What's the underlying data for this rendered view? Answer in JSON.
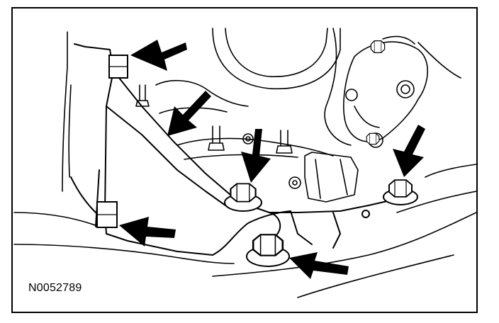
{
  "figure": {
    "reference_code": "N0052789",
    "line_color": "#000000",
    "background_color": "#ffffff"
  },
  "callouts": [
    {
      "name": "arrow-upper-left-bolt"
    },
    {
      "name": "arrow-bracket-edge"
    },
    {
      "name": "arrow-center-stud"
    },
    {
      "name": "arrow-right-bolt"
    },
    {
      "name": "arrow-lower-left-bolt"
    },
    {
      "name": "arrow-lower-center-bolt"
    }
  ]
}
